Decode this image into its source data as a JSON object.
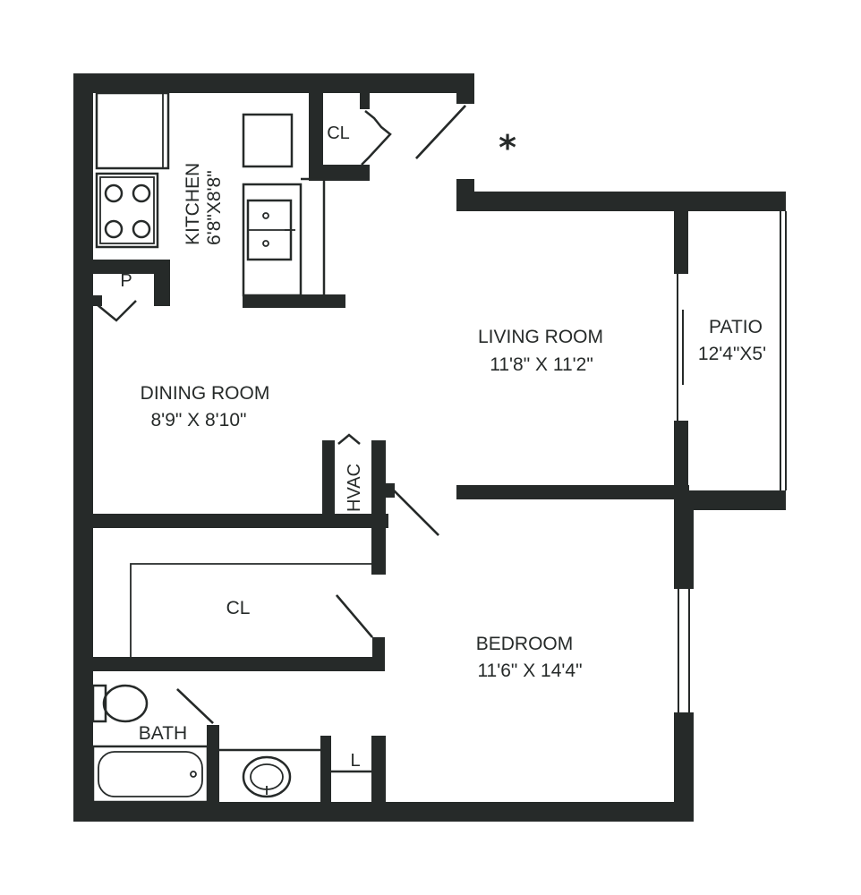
{
  "rooms": {
    "kitchen": {
      "name": "KITCHEN",
      "size": "6'8\"X8'8\""
    },
    "living_room": {
      "name": "LIVING ROOM",
      "size": "11'8\" X 11'2\""
    },
    "patio": {
      "name": "PATIO",
      "size": "12'4\"X5'"
    },
    "dining_room": {
      "name": "DINING ROOM",
      "size": "8'9\" X 8'10\""
    },
    "bedroom": {
      "name": "BEDROOM",
      "size": "11'6\" X 14'4\""
    },
    "bath": {
      "name": "BATH"
    },
    "closet_entry": {
      "name": "CL"
    },
    "closet_bedroom": {
      "name": "CL"
    },
    "pantry": {
      "name": "P"
    },
    "hvac": {
      "name": "HVAC"
    },
    "linen": {
      "name": "L"
    }
  },
  "entry_marker": "*",
  "colors": {
    "walls": "#262a29",
    "background": "#ffffff"
  }
}
